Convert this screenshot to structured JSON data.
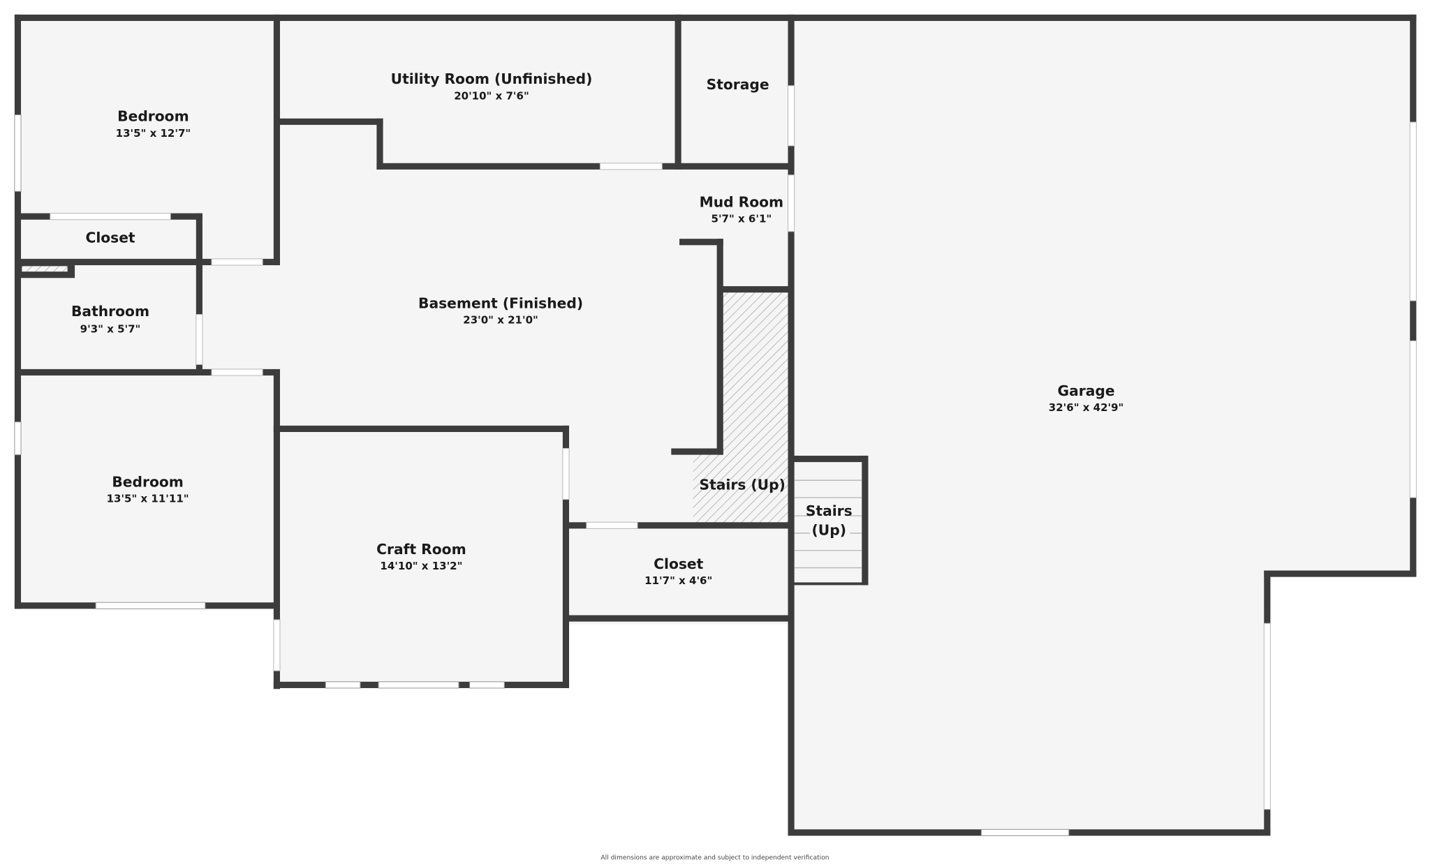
{
  "floorplan": {
    "colors": {
      "wall": "#3c3c3c",
      "floor": "#f5f5f5",
      "background": "#ffffff",
      "text": "#1a1a1a"
    },
    "rooms": [
      {
        "name": "Bedroom",
        "dims": "13'5\" x 12'7\""
      },
      {
        "name": "Closet",
        "dims": ""
      },
      {
        "name": "Bathroom",
        "dims": "9'3\" x 5'7\""
      },
      {
        "name": "Bedroom",
        "dims": "13'5\" x 11'11\""
      },
      {
        "name": "Utility Room (Unfinished)",
        "dims": "20'10\" x 7'6\""
      },
      {
        "name": "Storage",
        "dims": ""
      },
      {
        "name": "Mud Room",
        "dims": "5'7\" x 6'1\""
      },
      {
        "name": "Basement (Finished)",
        "dims": "23'0\" x 21'0\""
      },
      {
        "name": "Craft Room",
        "dims": "14'10\" x 13'2\""
      },
      {
        "name": "Stairs (Up)",
        "dims": ""
      },
      {
        "name": "Closet",
        "dims": "11'7\" x 4'6\""
      },
      {
        "name": "Stairs",
        "name2": "(Up)",
        "dims": ""
      },
      {
        "name": "Garage",
        "dims": "32'6\" x 42'9\""
      }
    ],
    "disclaimer": "All dimensions are approximate and subject to independent verification"
  }
}
